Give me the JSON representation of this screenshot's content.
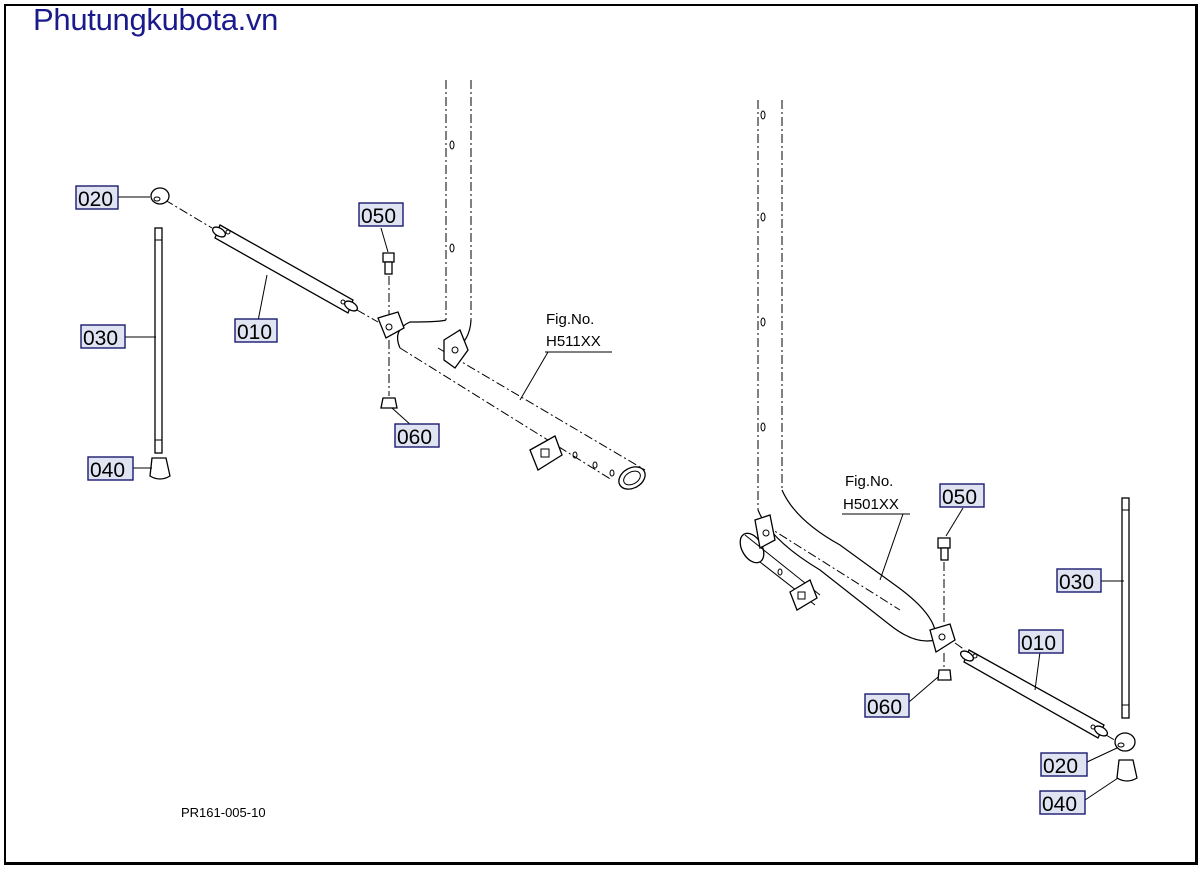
{
  "site_title": "Phutungkubota.vn",
  "drawing_ref": "PR161-005-10",
  "left_assembly": {
    "fig_label": "Fig.No.",
    "fig_number": "H511XX",
    "callouts": {
      "p020": "020",
      "p030": "030",
      "p010": "010",
      "p040": "040",
      "p050": "050",
      "p060": "060"
    }
  },
  "right_assembly": {
    "fig_label": "Fig.No.",
    "fig_number": "H501XX",
    "callouts": {
      "p050": "050",
      "p030": "030",
      "p010": "010",
      "p060": "060",
      "p020": "020",
      "p040": "040"
    }
  },
  "colors": {
    "title": "#1a1a8c",
    "callout_fill": "#dfe3f2",
    "callout_border": "#1a1a6e"
  }
}
